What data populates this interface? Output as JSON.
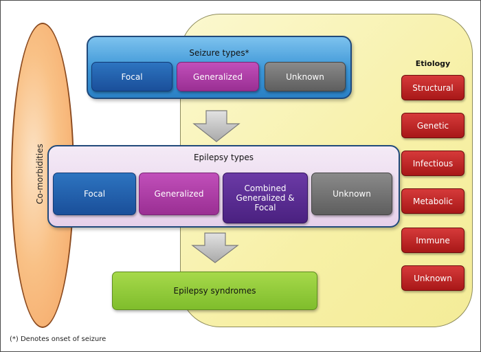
{
  "comorbidities": "Co-morbidities",
  "seizure_types": {
    "title": "Seizure types*",
    "items": [
      "Focal",
      "Generalized",
      "Unknown"
    ]
  },
  "epilepsy_types": {
    "title": "Epilepsy types",
    "items": [
      "Focal",
      "Generalized",
      "Combined Generalized & Focal",
      "Unknown"
    ]
  },
  "epilepsy_syndromes": "Epilepsy syndromes",
  "etiology": {
    "title": "Etiology",
    "items": [
      "Structural",
      "Genetic",
      "Infectious",
      "Metabolic",
      "Immune",
      "Unknown"
    ]
  },
  "footnote": "(*) Denotes onset of seizure"
}
